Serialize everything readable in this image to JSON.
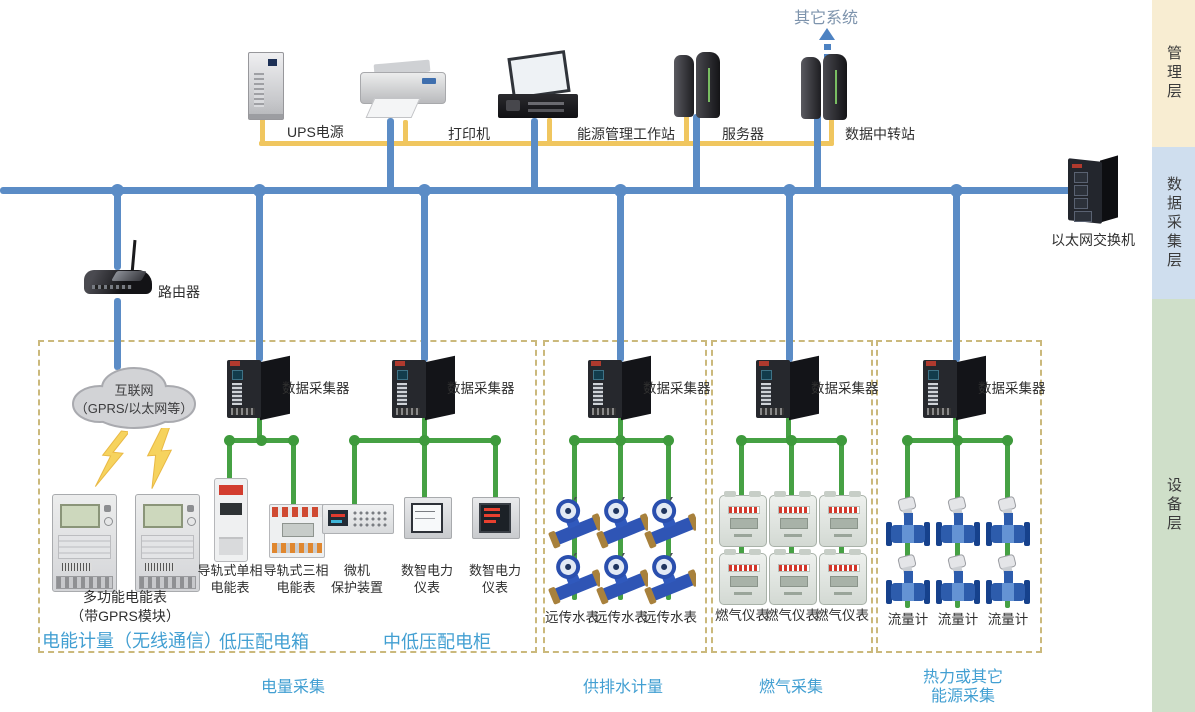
{
  "colors": {
    "bus_blue": "#5b8cc6",
    "bus_yellow": "#f0c65f",
    "bus_green": "#46a144",
    "box_border_dashed": "#cbb97c",
    "zone_label_blue": "#429fd2",
    "other_system_text": "#7e94ad",
    "sidebar_management_bg": "#f8edd2",
    "sidebar_data_bg": "#cfdeee",
    "sidebar_device_bg": "#cfdfc9"
  },
  "sidebar": {
    "management": "管理层",
    "data_collection": "数据采集层",
    "device": "设备层"
  },
  "top": {
    "other_system_label": "其它系统",
    "ups_label": "UPS电源",
    "printer_label": "打印机",
    "workstation_label": "能源管理工作站",
    "server_label": "服务器",
    "relay_label": "数据中转站",
    "switch_label": "以太网交换机"
  },
  "middle": {
    "router_label": "路由器",
    "cloud_line1": "互联网",
    "cloud_line2": "（GPRS/以太网等）",
    "collector_label": "数据采集器"
  },
  "group1": {
    "meter_line1": "多功能电能表",
    "meter_line2": "（带GPRS模块）",
    "devices": [
      {
        "line1": "导轨式单相",
        "line2": "电能表"
      },
      {
        "line1": "导轨式三相",
        "line2": "电能表"
      },
      {
        "line1": "微机",
        "line2": "保护装置"
      },
      {
        "line1": "数智电力",
        "line2": "仪表"
      },
      {
        "line1": "数智电力",
        "line2": "仪表"
      }
    ],
    "zone_labels": [
      "电能计量（无线通信）",
      "低压配电箱",
      "中低压配电柜"
    ],
    "category": "电量采集"
  },
  "group2": {
    "meter_label": "远传水表",
    "category": "供排水计量"
  },
  "group3": {
    "meter_label": "燃气仪表",
    "category": "燃气采集"
  },
  "group4": {
    "meter_label": "流量计",
    "category_line1": "热力或其它",
    "category_line2": "能源采集"
  }
}
